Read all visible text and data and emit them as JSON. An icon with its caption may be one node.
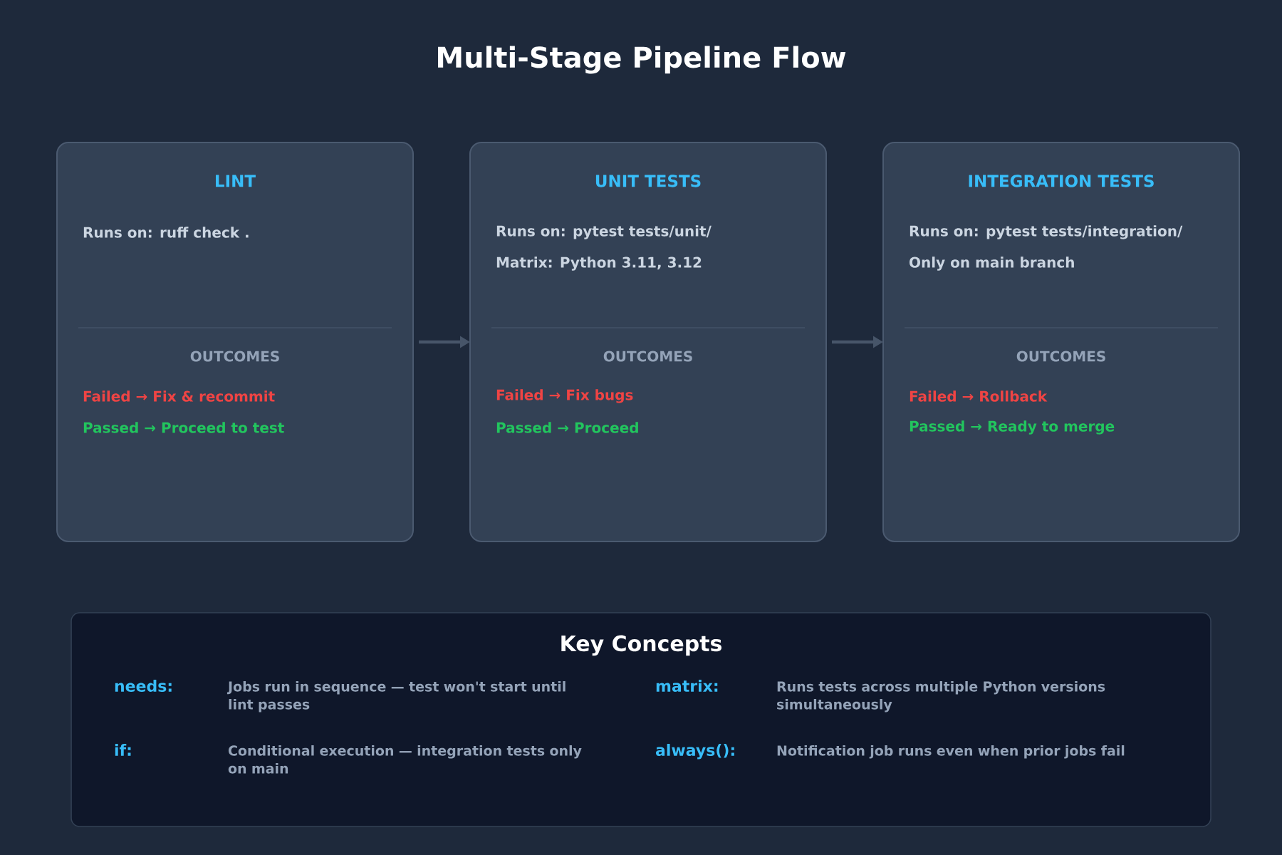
{
  "diagram": {
    "title": "Multi-Stage Pipeline Flow",
    "nodes": [
      {
        "text": [
          "LINT",
          "Runs on: ruff check .",
          "OUTCOMES",
          "Failed → Fix & recommit",
          "Passed → Proceed to test"
        ]
      },
      {
        "text": [
          "UNIT TESTS",
          "Runs on: pytest tests/unit/",
          "Matrix: Python 3.11, 3.12",
          "OUTCOMES",
          "Failed → Fix bugs",
          "Passed → Proceed"
        ]
      },
      {
        "text": [
          "INTEGRATION TESTS",
          "Runs on: pytest tests/integration/",
          "Only on main branch",
          "OUTCOMES",
          "Failed → Rollback",
          "Passed → Ready to merge"
        ]
      },
      {
        "text": [
          "Key Concepts"
        ]
      }
    ],
    "edges": [
      {
        "from": 0,
        "to": 1,
        "arrow": "to"
      },
      {
        "from": 1,
        "to": 2,
        "arrow": "to"
      }
    ],
    "labels": [
      "needs:",
      "Jobs run in sequence — test won't start until lint passes",
      "matrix:",
      "Runs tests across multiple Python versions simultaneously",
      "if:",
      "Conditional execution — integration tests only on main",
      "always():",
      "Notification job runs even when prior jobs fail"
    ]
  }
}
